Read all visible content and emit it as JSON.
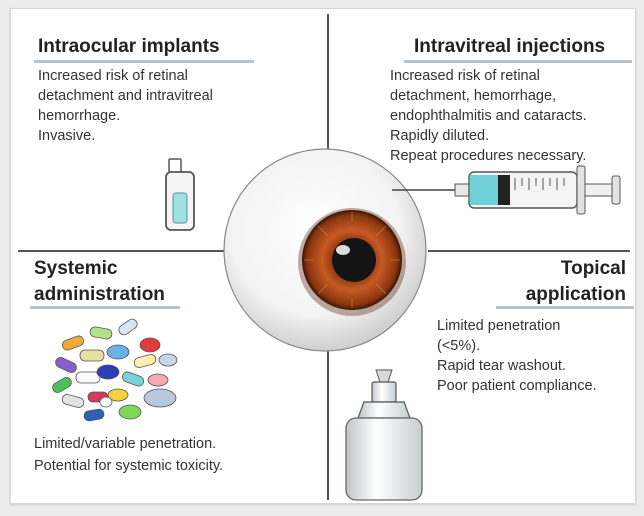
{
  "quadrants": {
    "intraocular": {
      "title": "Intraocular implants",
      "lines": [
        "Increased risk of retinal",
        "detachment and intravitreal",
        "hemorrhage.",
        "Invasive."
      ]
    },
    "intravitreal": {
      "title": "Intravitreal injections",
      "lines": [
        "Increased risk of retinal",
        "detachment, hemorrhage,",
        "endophthalmitis and cataracts.",
        "Rapidly diluted.",
        "Repeat procedures necessary."
      ]
    },
    "systemic": {
      "title_lines": [
        "Systemic",
        "administration"
      ],
      "lines": [
        "Limited/variable penetration.",
        "Potential for systemic toxicity."
      ]
    },
    "topical": {
      "title_lines": [
        "Topical",
        "application"
      ],
      "lines": [
        "Limited penetration",
        "(<5%).",
        "Rapid tear washout.",
        "Poor patient compliance."
      ]
    }
  },
  "colors": {
    "iris": "#b5501e",
    "pupil": "#1a1a1a",
    "divider": "#555555",
    "underline": "#b8c2cc",
    "syringe_fluid": "#6fd0d8"
  },
  "icons": [
    "implant-icon",
    "eyeball-icon",
    "syringe-icon",
    "pills-icon",
    "eye-drop-bottle-icon"
  ]
}
